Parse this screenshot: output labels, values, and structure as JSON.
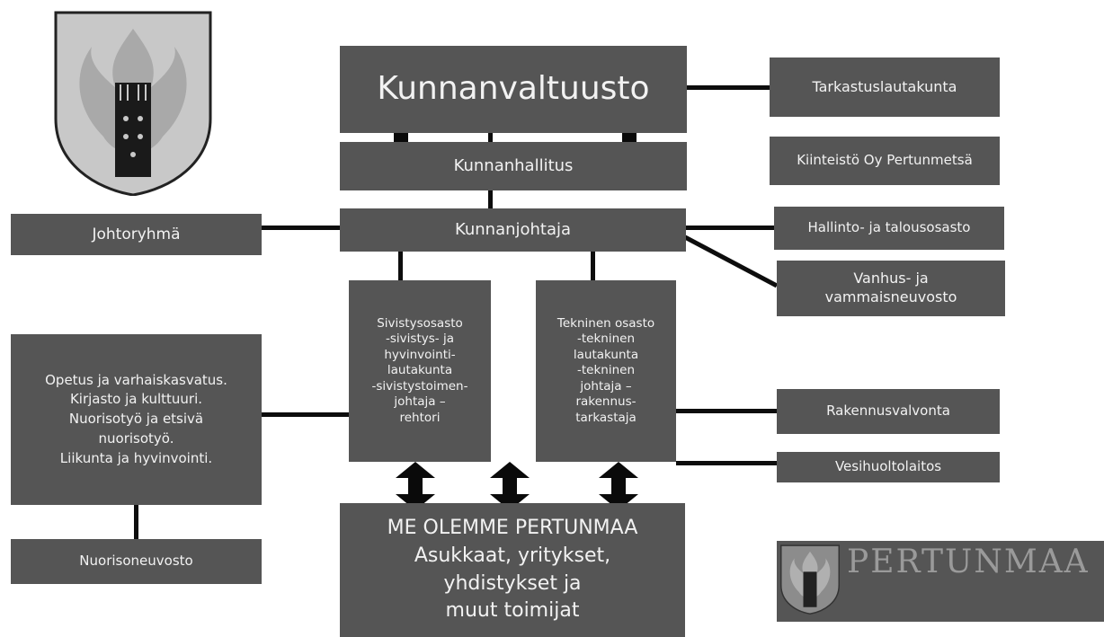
{
  "colors": {
    "box": "#555555",
    "text": "#f2f2f2",
    "line": "#0d0d0d",
    "crest_shield": "#c8c8c8",
    "crest_flame": "#a9a9a9"
  },
  "council": "Kunnanvaltuusto",
  "board": "Kunnanhallitus",
  "manager": "Kunnanjohtaja",
  "management_group": "Johtoryhmä",
  "audit_committee": "Tarkastuslautakunta",
  "real_estate": "Kiinteistö Oy Pertunmetsä",
  "admin_finance": "Hallinto- ja talousosasto",
  "elderly_council": "Vanhus- ja\nvammaisneuvosto",
  "education_dept": "Sivistysosasto\n-sivistys- ja\nhyvinvointi-\nlautakunta\n-sivistystoimen-\njohtaja –\nrehtori",
  "technical_dept": "Tekninen osasto\n-tekninen\nlautakunta\n-tekninen\njohtaja –\nrakennus-\ntarkastaja",
  "education_services": "Opetus ja varhaiskasvatus.\nKirjasto ja kulttuuri.\nNuorisotyö ja etsivä\nnuorisotyö.\nLiikunta ja hyvinvointi.",
  "youth_council": "Nuorisoneuvosto",
  "building_control": "Rakennusvalvonta",
  "water_utility": "Vesihuoltolaitos",
  "residents": "ME OLEMME PERTUNMAA\nAsukkaat, yritykset,\nyhdistykset  ja\nmuut toimijat",
  "logo_text": "PERTUNMAA",
  "icons": [
    "coat-of-arms-icon",
    "double-arrow-icon"
  ]
}
